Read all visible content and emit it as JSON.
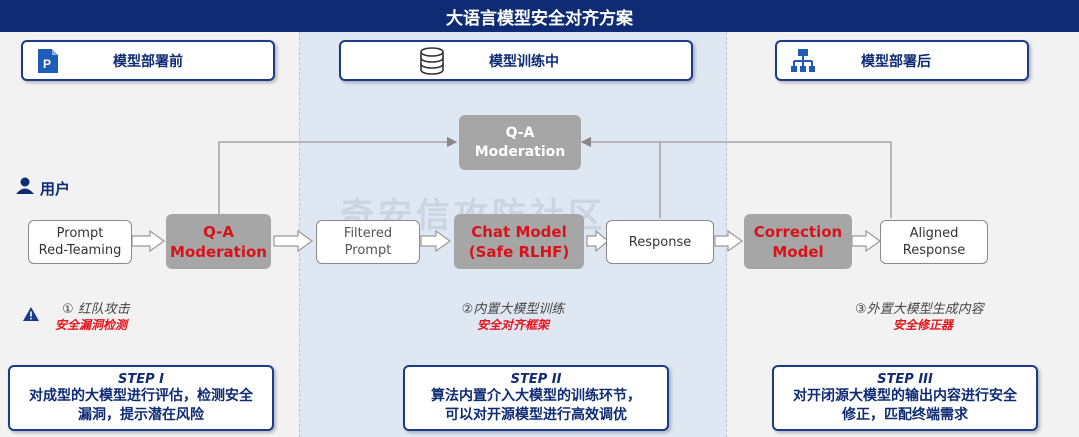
{
  "title": "大语言模型安全对齐方案",
  "phases": {
    "before": "模型部署前",
    "during": "模型训练中",
    "after": "模型部署后"
  },
  "user_label": "用户",
  "boxes": {
    "prompt_red_teaming": "Prompt\nRed-Teaming",
    "qa_moderation_1": "Q-A\nModeration",
    "filtered_prompt": "Filtered\nPrompt",
    "chat_model": "Chat Model\n(Safe RLHF)",
    "response": "Response",
    "correction_model": "Correction\nModel",
    "aligned_response": "Aligned\nResponse",
    "qa_moderation_top": "Q-A\nModeration"
  },
  "notes": {
    "n1_line1": "① 红队攻击",
    "n1_line2": "安全漏洞检测",
    "n2_line1": "②内置大模型训练",
    "n2_line2": "安全对齐框架",
    "n3_line1": "③外置大模型生成内容",
    "n3_line2": "安全修正器"
  },
  "steps": [
    {
      "label": "STEP I",
      "text": "对成型的大模型进行评估，检测安全\n漏洞，提示潜在风险"
    },
    {
      "label": "STEP II",
      "text": "算法内置介入大模型的训练环节，\n可以对开源模型进行高效调优"
    },
    {
      "label": "STEP III",
      "text": "对开闭源大模型的输出内容进行安全\n修正，匹配终端需求"
    }
  ],
  "watermark": "奇安信攻防社区",
  "colors": {
    "navy": "#0f2b73",
    "red": "#e8141c",
    "grey_box": "#a6a6a6"
  },
  "icons": [
    "document-icon",
    "database-icon",
    "org-chart-icon",
    "user-icon",
    "warning-icon"
  ]
}
